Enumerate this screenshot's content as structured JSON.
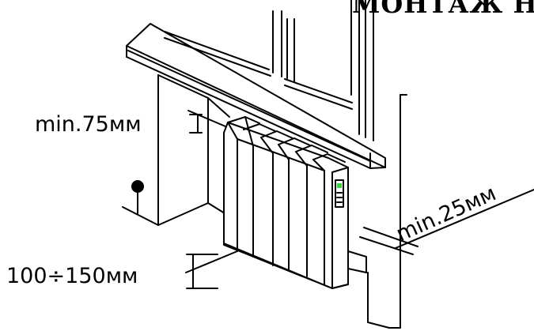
{
  "title": "МОНТАЖ НА",
  "labels": {
    "top_clearance": "min.75мм",
    "floor_clearance": "100÷150мм",
    "wall_clearance": "min.25мм"
  },
  "colors": {
    "ink": "#000000",
    "indicator": "#3fd13f",
    "background": "#ffffff"
  }
}
